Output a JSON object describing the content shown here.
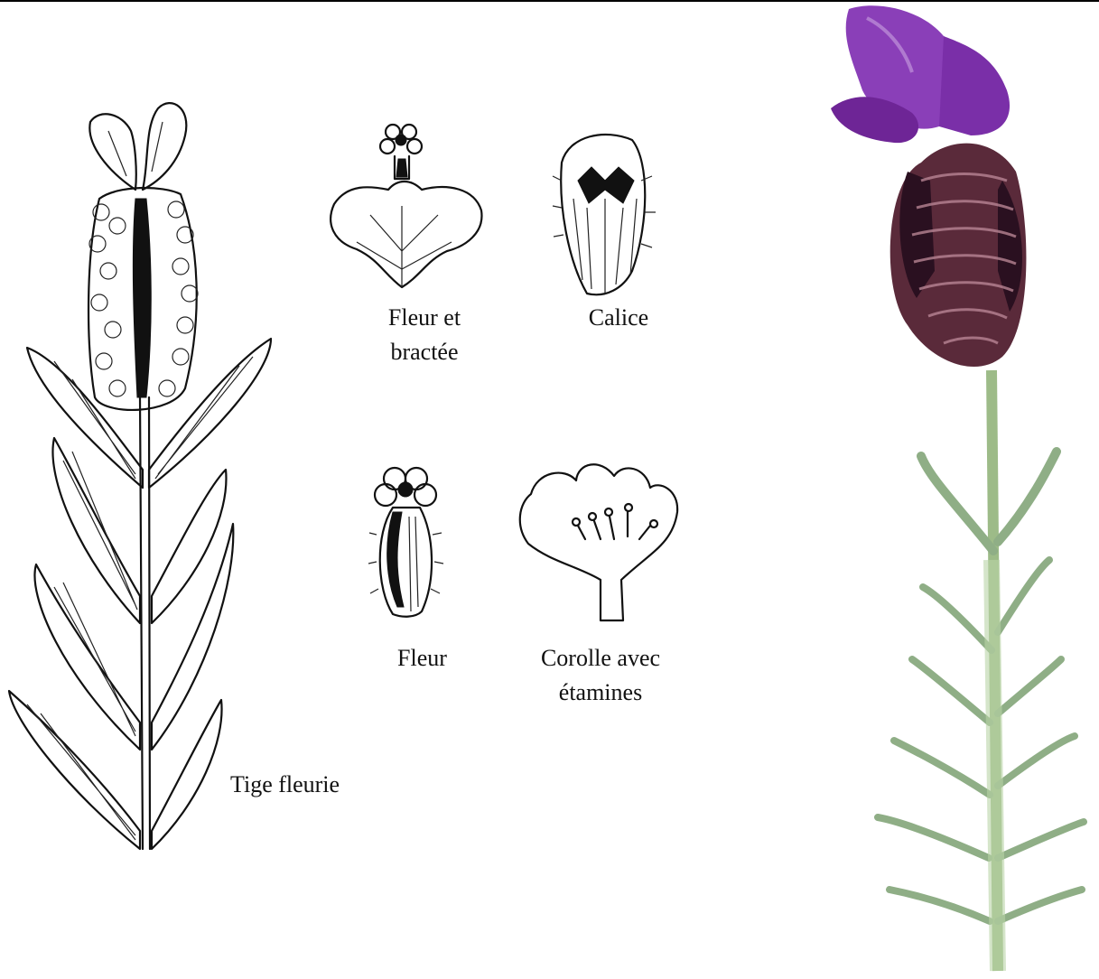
{
  "labels": {
    "fleur_bractee_line1": "Fleur et",
    "fleur_bractee_line2": "bractée",
    "calice": "Calice",
    "fleur": "Fleur",
    "corolle_line1": "Corolle avec",
    "corolle_line2": "étamines",
    "tige_fleurie": "Tige fleurie"
  },
  "photo": {
    "petal_color": "#8a3fb8",
    "spike_color": "#5a2a3a",
    "leaf_color": "#8fae86"
  }
}
